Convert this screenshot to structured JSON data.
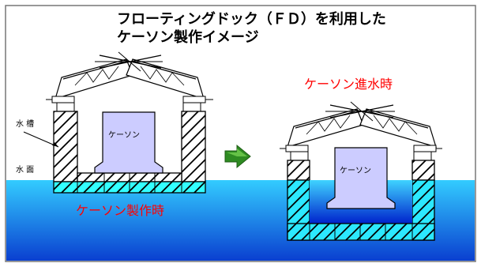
{
  "title": {
    "line1": "フローティングドック（ＦＤ）を利用した",
    "line2": "ケーソン製作イメージ"
  },
  "left_scene": {
    "caption": "ケーソン製作時",
    "caisson_label": "ケーソン",
    "label_tank": "水 槽",
    "label_surface": "水 面"
  },
  "right_scene": {
    "caption": "ケーソン進水時",
    "caisson_label": "ケーソン"
  },
  "arrow": {
    "icon": "right-arrow-icon",
    "color": "#2e8b22"
  },
  "colors": {
    "caption": "#ff0000",
    "caisson_fill": "#ccccff",
    "dock_fill_hatch": "#33ffff",
    "water_top": "#33ccff",
    "water_bottom": "#0033cc"
  }
}
